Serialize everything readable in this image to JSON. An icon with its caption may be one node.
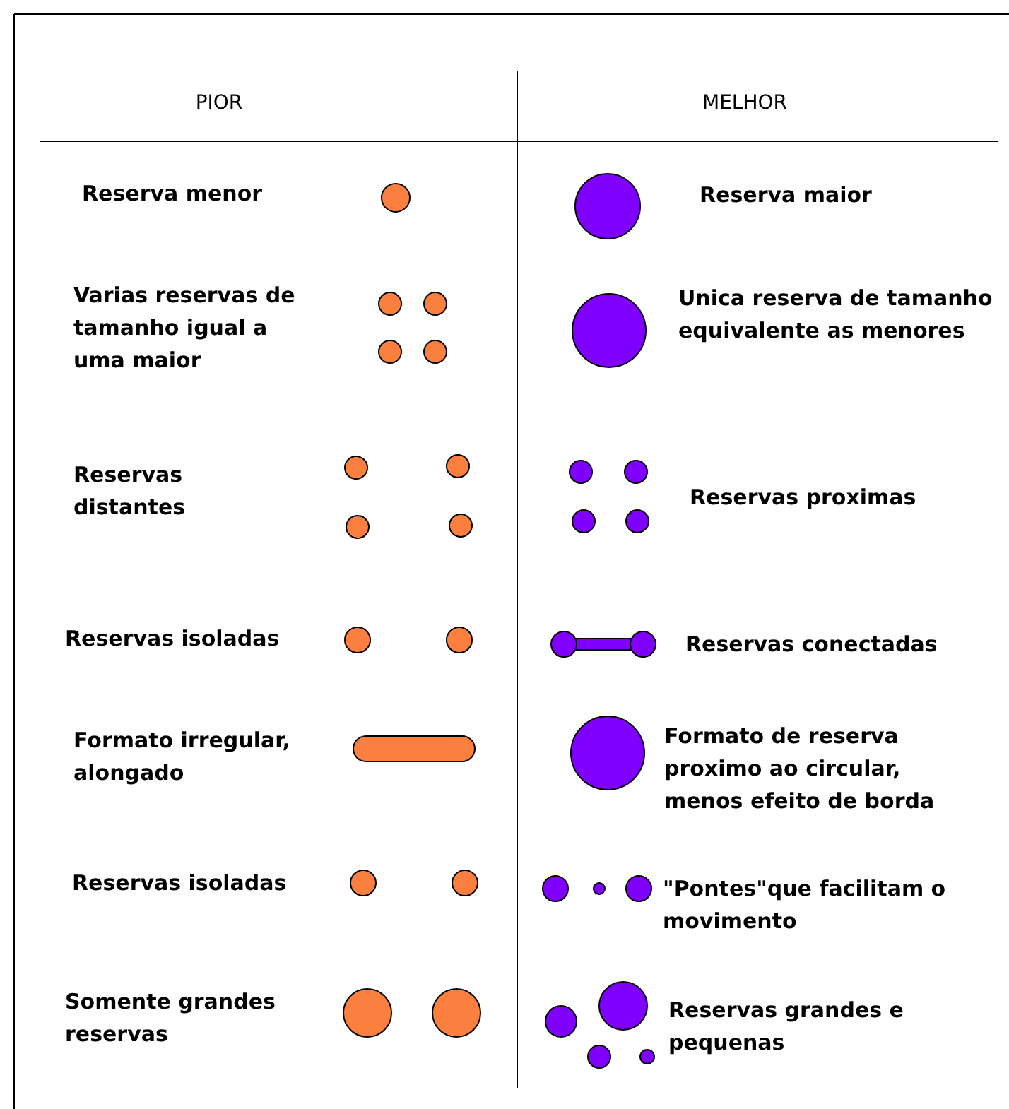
{
  "diagram": {
    "labels": [
      "PIOR",
      "MELHOR",
      "Reserva menor",
      "Reserva maior",
      "Varias reservas de tamanho igual a uma maior",
      "Unica reserva de tamanho equivalente as menores",
      "Reservas distantes",
      "Reservas proximas",
      "Reservas isoladas",
      "Reservas conectadas",
      "Formato irregular, alongado",
      "Formato de reserva proximo ao circular, menos efeito de borda",
      "Reservas isoladas",
      "\"Pontes\"que facilitam o movimento",
      "Somente grandes reservas",
      "Reservas grandes e pequenas"
    ]
  }
}
